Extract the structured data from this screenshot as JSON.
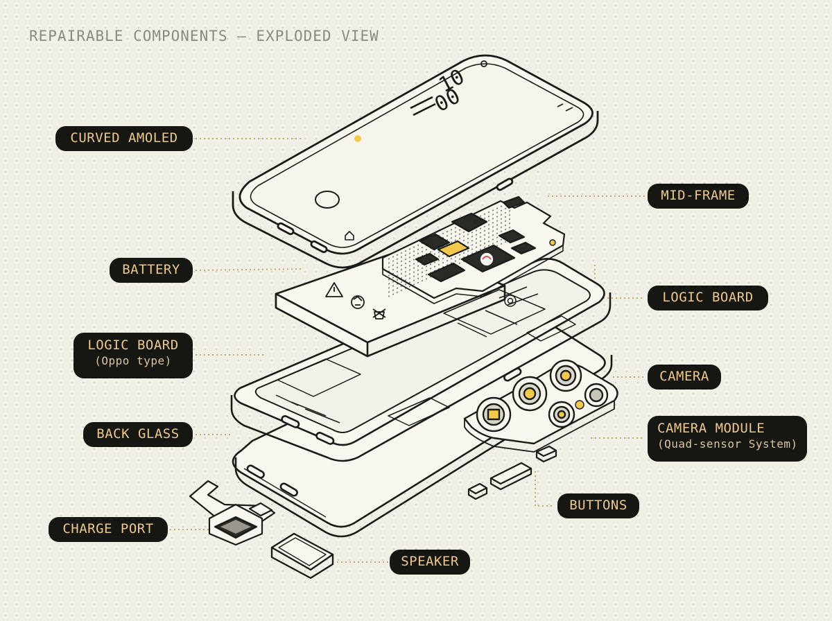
{
  "title": "REPAIRABLE COMPONENTS – EXPLODED VIEW",
  "screen": {
    "time_hour": "10",
    "time_min": "00"
  },
  "labels": {
    "curved_amoled": "CURVED AMOLED",
    "mid_frame": "MID-FRAME",
    "battery": "BATTERY",
    "logic_board_right": "LOGIC BOARD",
    "logic_board_left": "LOGIC BOARD",
    "logic_board_left_sub": "(Oppo type)",
    "camera": "CAMERA",
    "back_glass": "BACK GLASS",
    "camera_module": "CAMERA MODULE",
    "camera_module_sub": "(Quad-sensor System)",
    "buttons": "BUTTONS",
    "charge_port": "CHARGE PORT",
    "speaker": "SPEAKER"
  },
  "colors": {
    "callout_bg": "#161613",
    "callout_text": "#ecc88e",
    "accent_yellow": "#f2c94c",
    "line": "#1a1a18",
    "leader": "#c9a868"
  }
}
